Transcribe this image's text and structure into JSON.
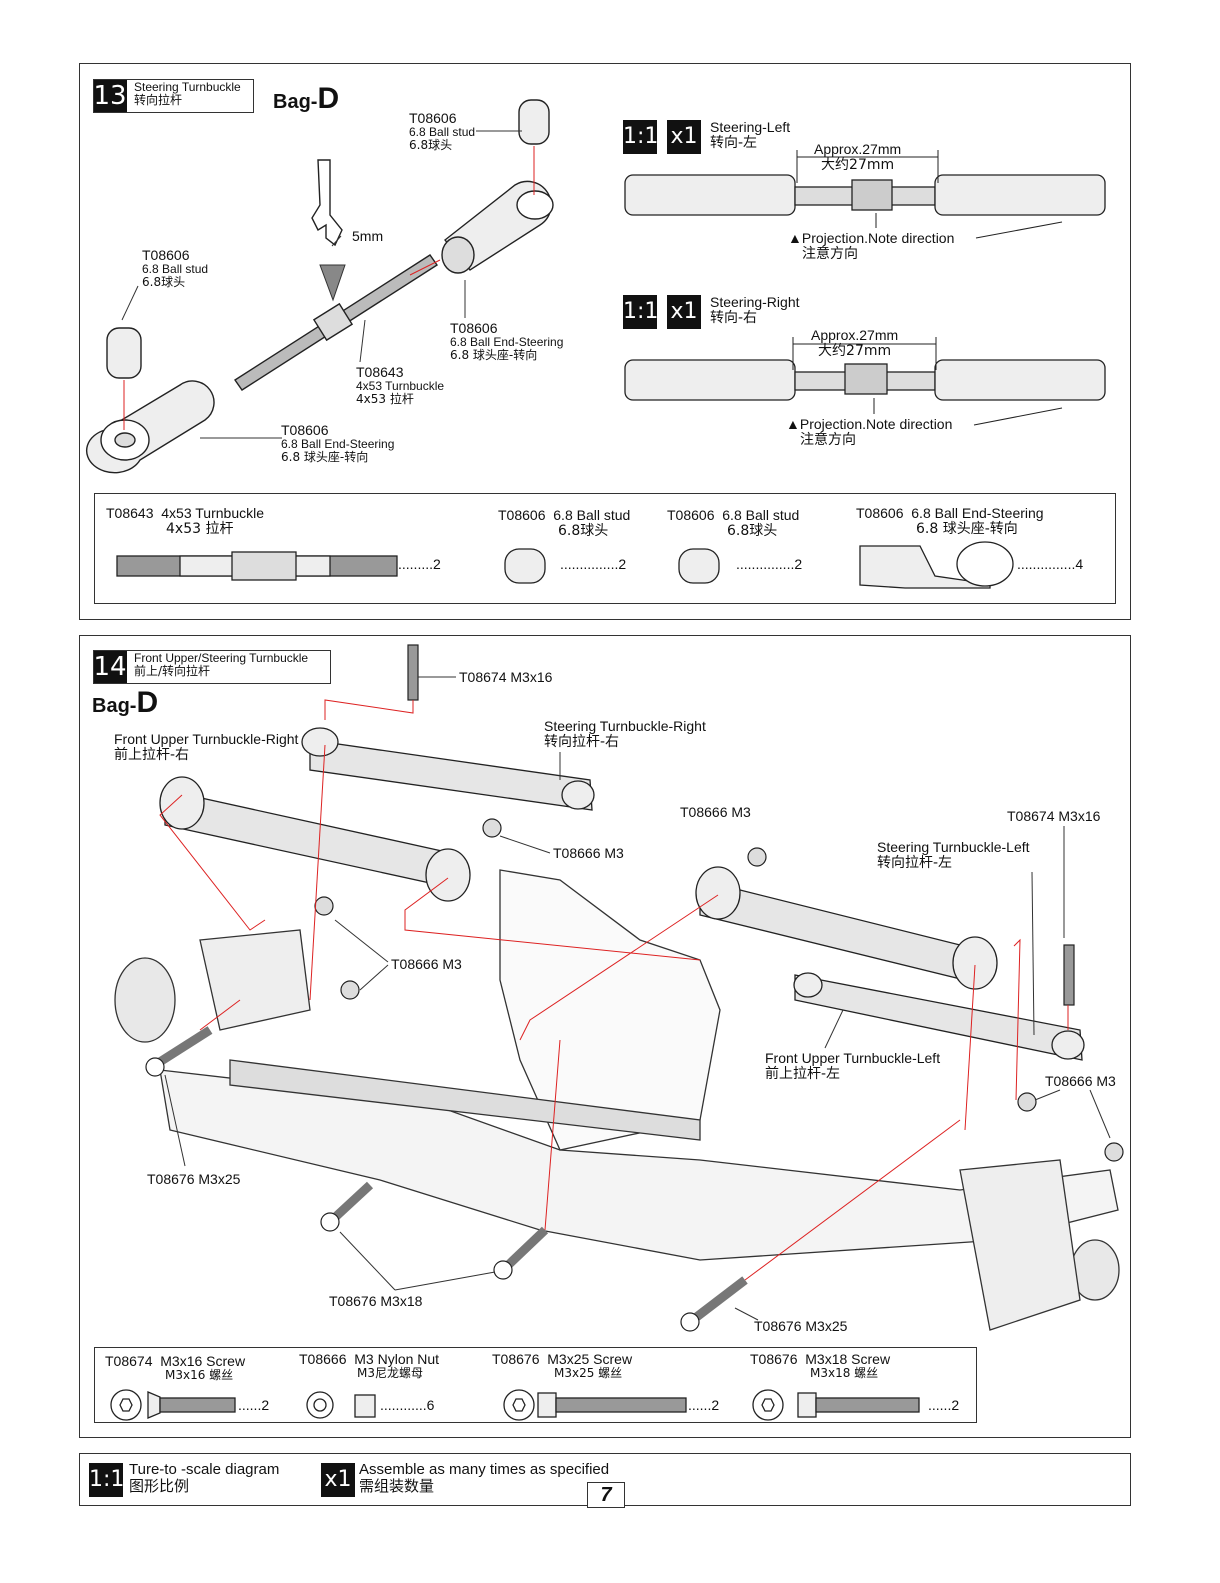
{
  "step13": {
    "number": "13",
    "title_en": "Steering Turnbuckle",
    "title_cn": "转向拉杆",
    "bag_prefix": "Bag-",
    "bag_letter": "D",
    "callouts": [
      {
        "code": "T08606",
        "en": "6.8 Ball stud",
        "cn": "6.8球头"
      },
      {
        "code": "T08606",
        "en": "6.8 Ball stud",
        "cn": "6.8球头"
      },
      {
        "code": "T08606",
        "en": "6.8 Ball End-Steering",
        "cn": "6.8 球头座-转向"
      },
      {
        "code": "T08643",
        "en": "4x53 Turnbuckle",
        "cn": "4x53 拉杆"
      },
      {
        "code": "T08606",
        "en": "6.8 Ball End-Steering",
        "cn": "6.8 球头座-转向"
      }
    ],
    "wrench_label": "5mm",
    "left_diagram": {
      "scale": "1:1",
      "qty": "x1",
      "title_en": "Steering-Left",
      "title_cn": "转向-左",
      "approx_en": "Approx.27mm",
      "approx_cn": "大约27mm",
      "note_en": "▲Projection.Note direction",
      "note_cn": "注意方向"
    },
    "right_diagram": {
      "scale": "1:1",
      "qty": "x1",
      "title_en": "Steering-Right",
      "title_cn": "转向-右",
      "approx_en": "Approx.27mm",
      "approx_cn": "大约27mm",
      "note_en": "▲Projection.Note direction",
      "note_cn": "注意方向"
    },
    "parts": [
      {
        "code": "T08643",
        "en": "4x53 Turnbuckle",
        "cn": "4x53 拉杆",
        "qty": ".........2"
      },
      {
        "code": "T08606",
        "en": "6.8 Ball stud",
        "cn": "6.8球头",
        "qty": "...............2"
      },
      {
        "code": "T08606",
        "en": "6.8 Ball stud",
        "cn": "6.8球头",
        "qty": "...............2"
      },
      {
        "code": "T08606",
        "en": "6.8 Ball End-Steering",
        "cn": "6.8 球头座-转向",
        "qty": "...............4"
      }
    ]
  },
  "step14": {
    "number": "14",
    "title_en": "Front Upper/Steering Turnbuckle",
    "title_cn": "前上/转向拉杆",
    "bag_prefix": "Bag-",
    "bag_letter": "D",
    "labels": {
      "screw_top": "T08674 M3x16",
      "steer_right_en": "Steering Turnbuckle-Right",
      "steer_right_cn": "转向拉杆-右",
      "front_upper_right_en": "Front Upper Turnbuckle-Right",
      "front_upper_right_cn": "前上拉杆-右",
      "nut_a": "T08666  M3",
      "nut_b": "T08666  M3",
      "nut_c": "T08666  M3",
      "nut_d": "T08666  M3",
      "screw_right": "T08674 M3x16",
      "steer_left_en": "Steering Turnbuckle-Left",
      "steer_left_cn": "转向拉杆-左",
      "front_upper_left_en": "Front Upper Turnbuckle-Left",
      "front_upper_left_cn": "前上拉杆-左",
      "screw_m3x25_a": "T08676 M3x25",
      "screw_m3x18": "T08676 M3x18",
      "screw_m3x25_b": "T08676 M3x25"
    },
    "parts": [
      {
        "code": "T08674",
        "en": "M3x16 Screw",
        "cn": "M3x16 螺丝",
        "qty": "......2"
      },
      {
        "code": "T08666",
        "en": "M3 Nylon Nut",
        "cn": "M3尼龙螺母",
        "qty": "............6"
      },
      {
        "code": "T08676",
        "en": "M3x25 Screw",
        "cn": "M3x25 螺丝",
        "qty": "......2"
      },
      {
        "code": "T08676",
        "en": "M3x18 Screw",
        "cn": "M3x18 螺丝",
        "qty": "......2"
      }
    ]
  },
  "legend": {
    "scale_badge": "1:1",
    "scale_en": "Ture-to -scale diagram",
    "scale_cn": "图形比例",
    "qty_badge": "x1",
    "qty_en": "Assemble as many times as specified",
    "qty_cn": "需组装数量",
    "page_number": "7"
  }
}
